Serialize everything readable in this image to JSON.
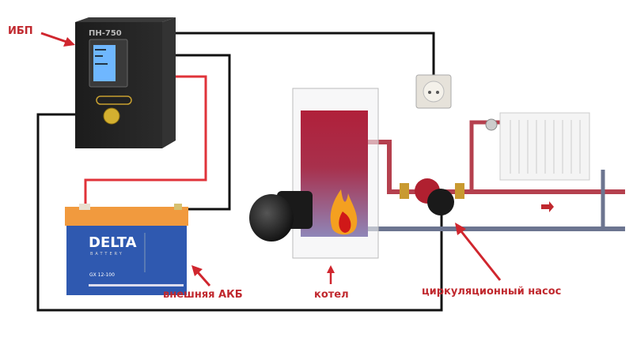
{
  "labels": {
    "ups": "ИБП",
    "battery": "внешняя АКБ",
    "boiler": "котел",
    "pump": "циркуляционный насос"
  },
  "ups_brand": "ПН-750",
  "battery_brand": "DELTA",
  "battery_sub": "BATTERY",
  "battery_model": "GX 12-100",
  "colors": {
    "label": "#c0282e",
    "wire": "#111111",
    "power_wire": "#e0333a",
    "supply_pipe": "#b5404e",
    "return_pipe": "#6c7590",
    "battery_body": "#2f59b0",
    "battery_top": "#f19a3e"
  }
}
